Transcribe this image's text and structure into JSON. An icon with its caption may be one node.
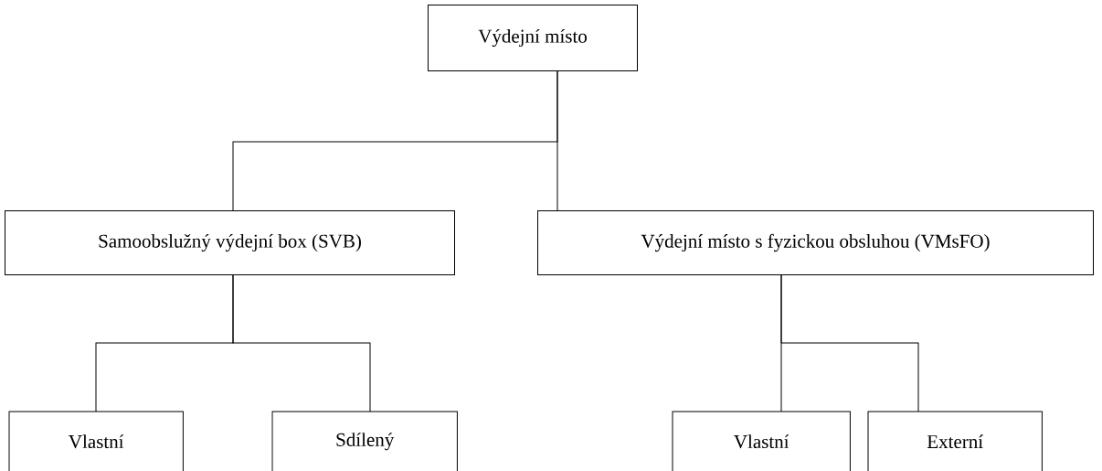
{
  "diagram": {
    "nodes": [
      {
        "text": [
          "Výdejní místo"
        ]
      },
      {
        "text": [
          "Samoobslužný výdejní box (SVB)"
        ]
      },
      {
        "text": [
          "Výdejní místo s fyzickou obsluhou (VMsFO)"
        ]
      },
      {
        "text": [
          "Vlastní"
        ]
      },
      {
        "text": [
          "Sdílený"
        ]
      },
      {
        "text": [
          "Vlastní"
        ]
      },
      {
        "text": [
          "Externí"
        ]
      }
    ],
    "edges": [
      {
        "from": 0,
        "to": 1,
        "arrow": "none"
      },
      {
        "from": 0,
        "to": 2,
        "arrow": "none"
      },
      {
        "from": 1,
        "to": 3,
        "arrow": "none"
      },
      {
        "from": 1,
        "to": 4,
        "arrow": "none"
      },
      {
        "from": 2,
        "to": 5,
        "arrow": "none"
      },
      {
        "from": 2,
        "to": 6,
        "arrow": "none"
      }
    ]
  }
}
